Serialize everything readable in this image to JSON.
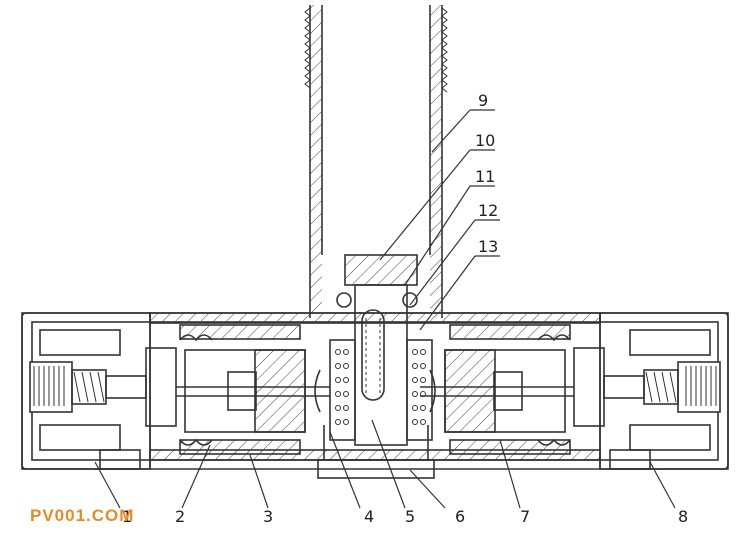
{
  "callouts": [
    {
      "id": "1",
      "text": "1"
    },
    {
      "id": "2",
      "text": "2"
    },
    {
      "id": "3",
      "text": "3"
    },
    {
      "id": "4",
      "text": "4"
    },
    {
      "id": "5",
      "text": "5"
    },
    {
      "id": "6",
      "text": "6"
    },
    {
      "id": "7",
      "text": "7"
    },
    {
      "id": "8",
      "text": "8"
    },
    {
      "id": "9",
      "text": "9"
    },
    {
      "id": "10",
      "text": "10"
    },
    {
      "id": "11",
      "text": "11"
    },
    {
      "id": "12",
      "text": "12"
    },
    {
      "id": "13",
      "text": "13"
    }
  ],
  "watermark": "PV001.COM",
  "colors": {
    "line": "#333333",
    "watermark": "#e58a2b",
    "background": "#ffffff"
  }
}
